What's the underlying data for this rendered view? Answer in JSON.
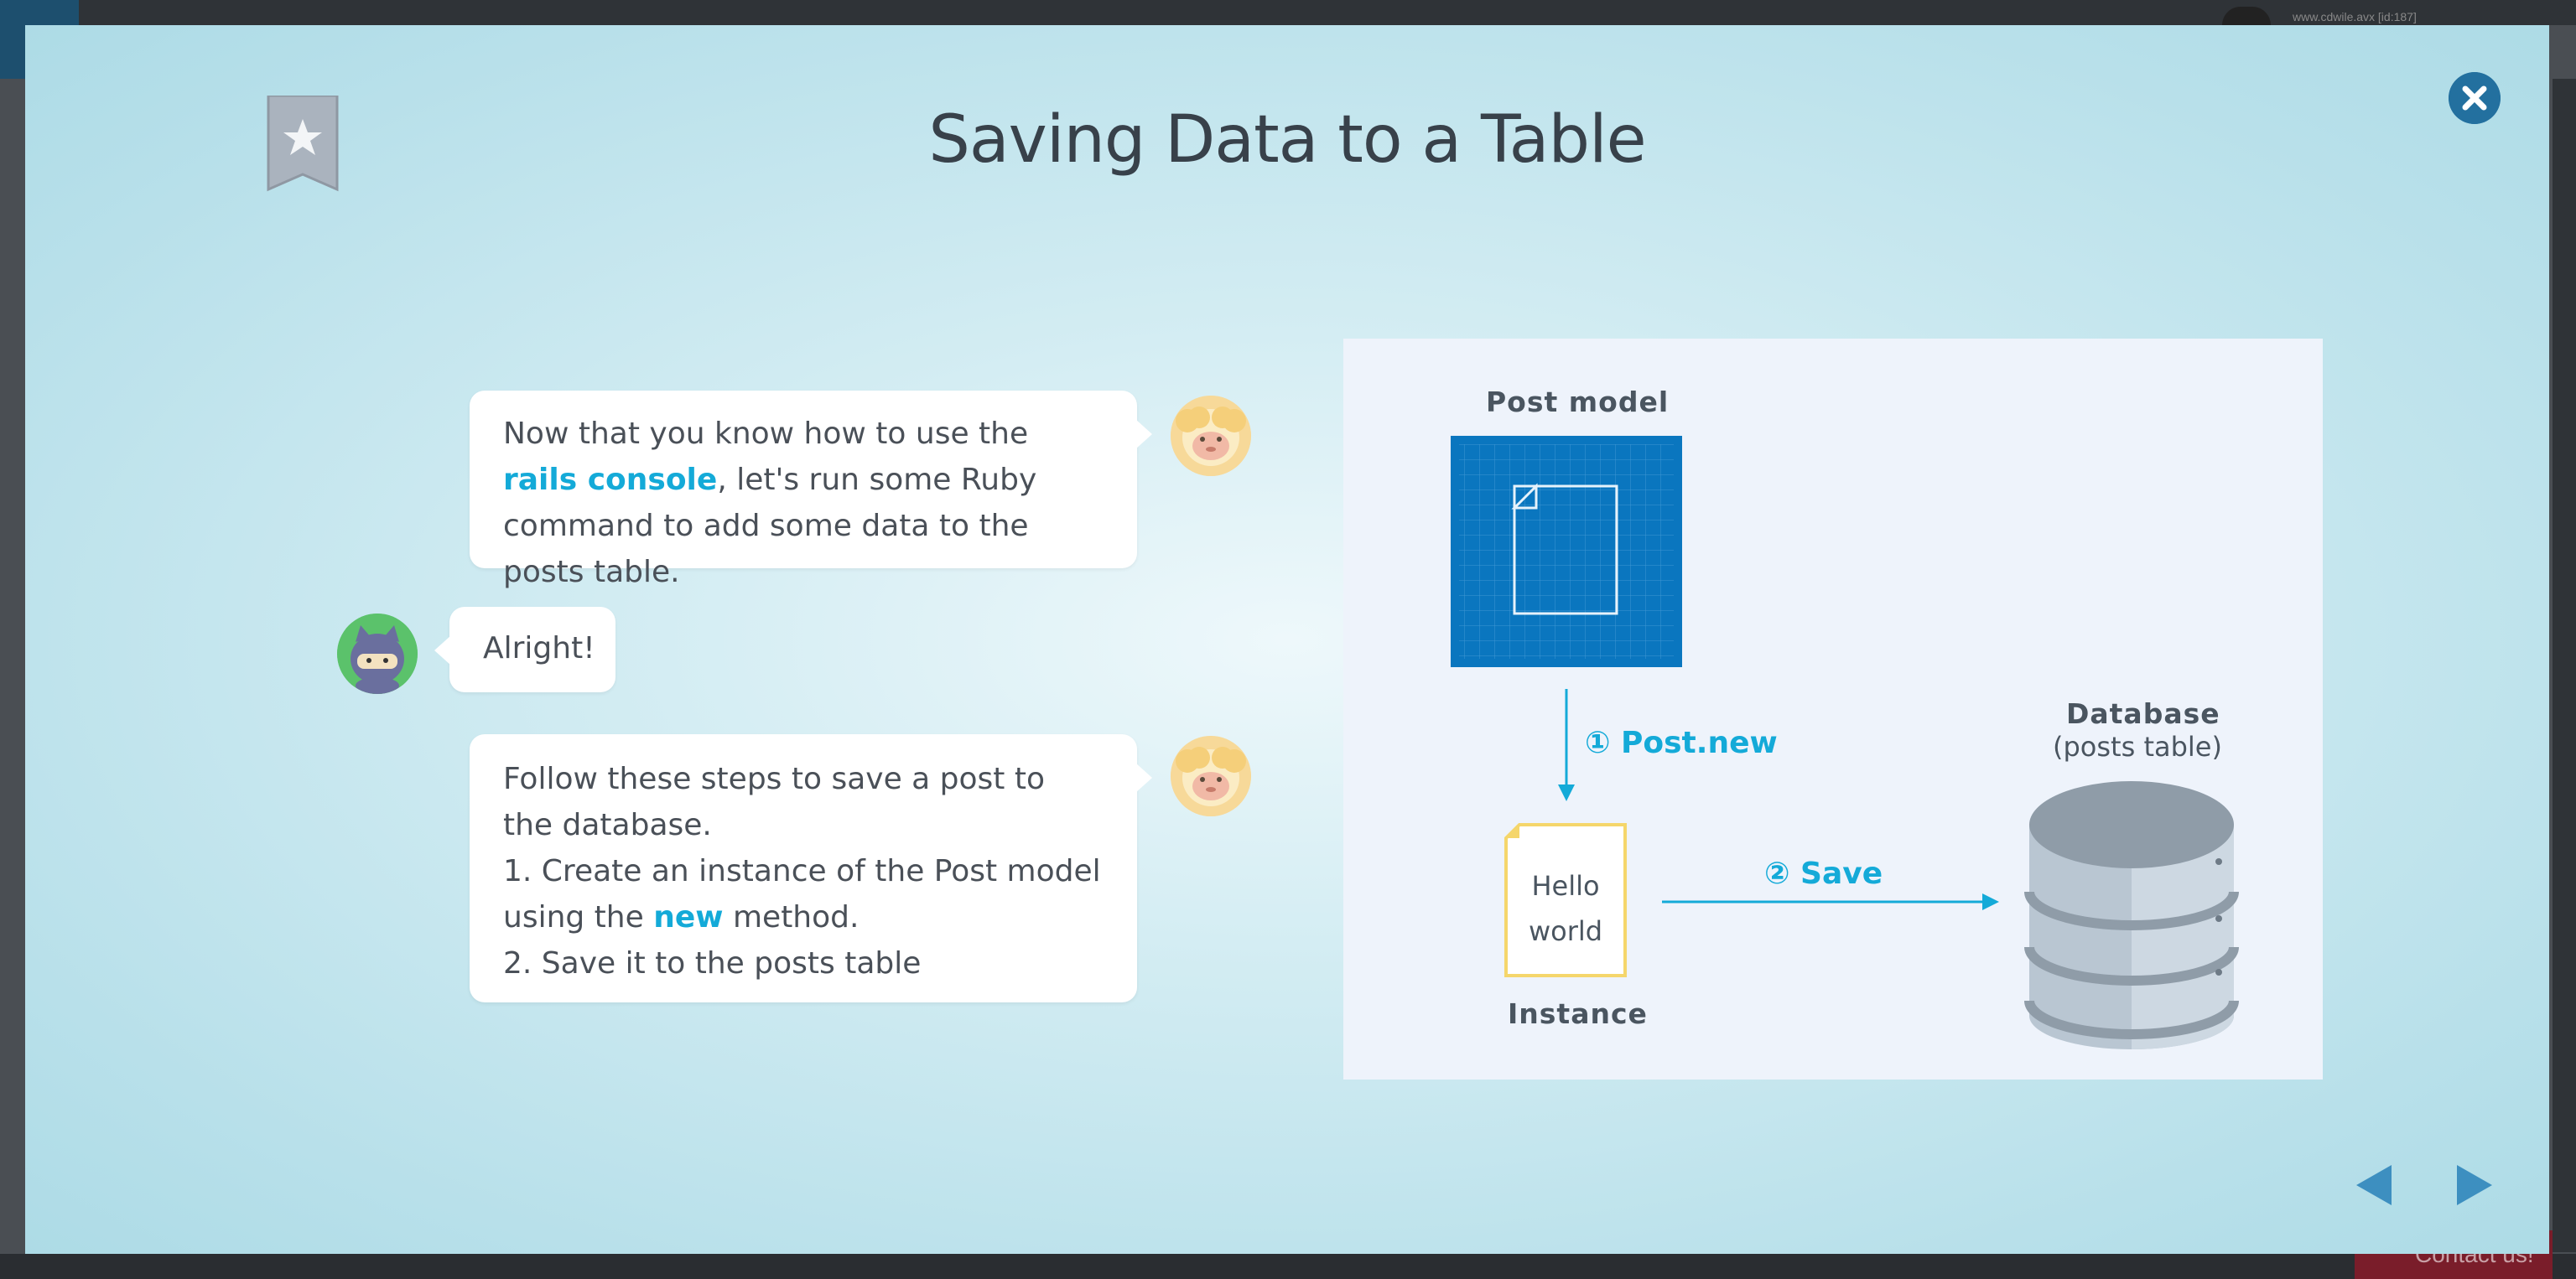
{
  "background": {
    "user_text": "www.cdwile.avx [id:187]",
    "contact_label": "Contact us!"
  },
  "modal": {
    "title": "Saving Data to a Table",
    "close_icon": "close-icon",
    "bookmark_icon": "bookmark-star-icon"
  },
  "dialog": {
    "bubble1": {
      "pre": "Now that you know how to use the ",
      "highlight": "rails console",
      "post": ", let's run some Ruby command to add some data to the posts table."
    },
    "bubble2": {
      "text": "Alright!"
    },
    "bubble3": {
      "line1": "Follow these steps to save a post to the database.",
      "line2_pre": "1. Create an instance of the Post model using the ",
      "line2_highlight": "new",
      "line2_post": " method.",
      "line3": "2. Save it to the posts table"
    }
  },
  "diagram": {
    "post_model_label": "Post model",
    "step1_label": "① Post.new",
    "instance_line1": "Hello",
    "instance_line2": "world",
    "instance_label": "Instance",
    "step2_label": "② Save",
    "database_label": "Database",
    "database_sub": "(posts table)"
  },
  "colors": {
    "accent": "#14aad8",
    "blueprint": "#0a76bf",
    "close": "#23709f",
    "nav_arrow": "#3d8fc0"
  }
}
